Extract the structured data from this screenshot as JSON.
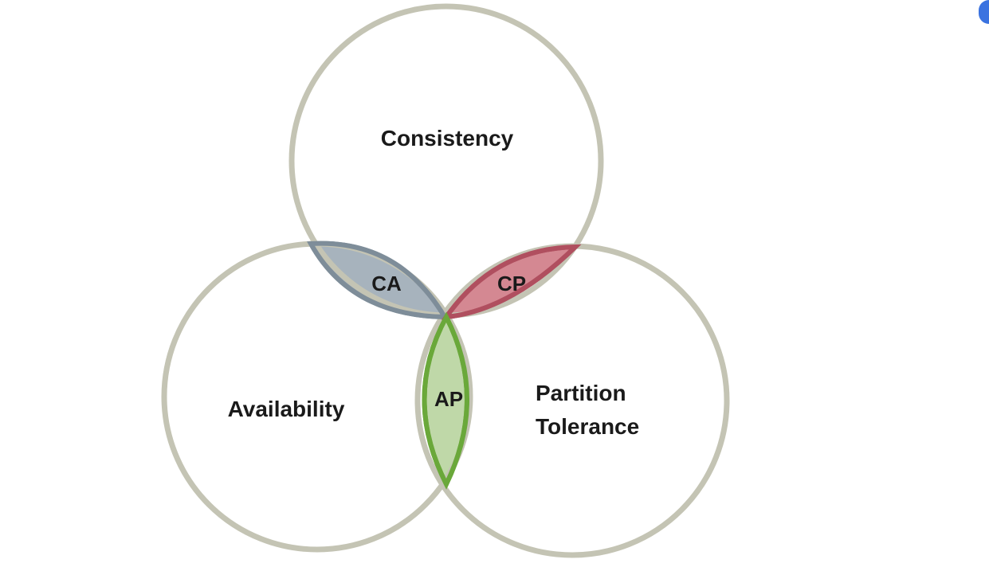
{
  "diagram": {
    "sets": [
      {
        "id": "consistency",
        "label": "Consistency"
      },
      {
        "id": "availability",
        "label": "Availability"
      },
      {
        "id": "partition",
        "label_lines": [
          "Partition",
          "Tolerance"
        ]
      }
    ],
    "intersections": [
      {
        "id": "ca",
        "label": "CA",
        "color": "#90a0ad",
        "stroke": "#7a8a97"
      },
      {
        "id": "cp",
        "label": "CP",
        "color": "#c8707e",
        "stroke": "#b04f5f"
      },
      {
        "id": "ap",
        "label": "AP",
        "color": "#b5d29b",
        "stroke": "#6aa83a"
      }
    ],
    "circle_stroke": "#c4c4b4"
  }
}
